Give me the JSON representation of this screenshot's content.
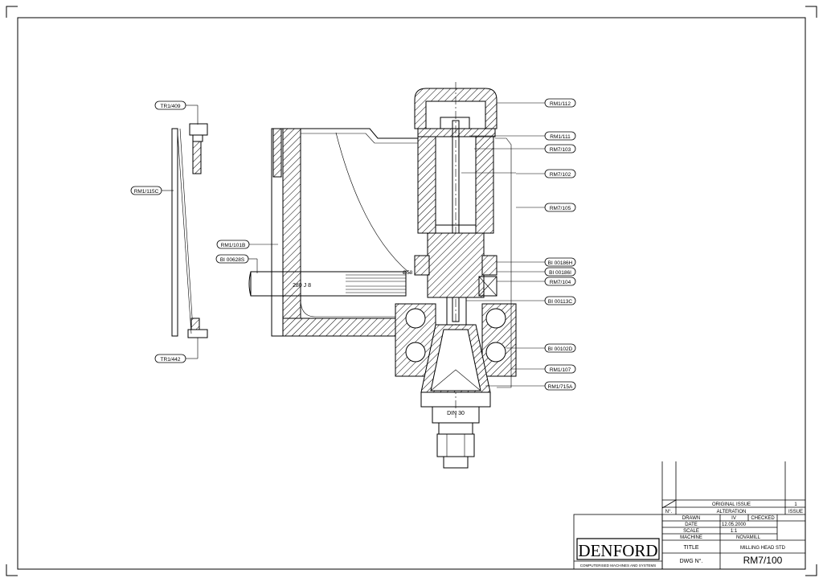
{
  "callouts": {
    "left": [
      "TR1/409",
      "RM1/115C",
      "RM1/101B",
      "BI 00628S",
      "TR1/442"
    ],
    "right": [
      "RM1/112",
      "RM1/111",
      "RM7/103",
      "RM7/102",
      "RM7/105",
      "BI 00186H",
      "BI 00186I",
      "RM7/104",
      "BI 00113C",
      "BI 00102D",
      "RM1/107",
      "RM1/715A"
    ]
  },
  "drawing_text": {
    "dim_280": "280 J 8",
    "dim_dia": "Ø58",
    "taper": "DIN 30"
  },
  "title_block": {
    "original_issue_label": "ORIGINAL ISSUE",
    "original_issue_value": "1",
    "no_label": "N°.",
    "alteration_label": "ALTERATION",
    "issue_label": "ISSUE",
    "drawn_label": "DRAWN",
    "drawn_value": "IV",
    "checked_label": "CHECKED",
    "date_label": "DATE",
    "date_value": "12.05.2000",
    "scale_label": "SCALE",
    "scale_value": "1:1",
    "machine_label": "MACHINE",
    "machine_value": "NOVAMILL",
    "title_label": "TITLE",
    "title_value": "MILLING HEAD STD",
    "dwg_label": "DWG N°.",
    "dwg_value": "RM7/100",
    "company": "DENFORD",
    "company_sub": "COMPUTERISED MACHINES AND SYSTEMS"
  }
}
